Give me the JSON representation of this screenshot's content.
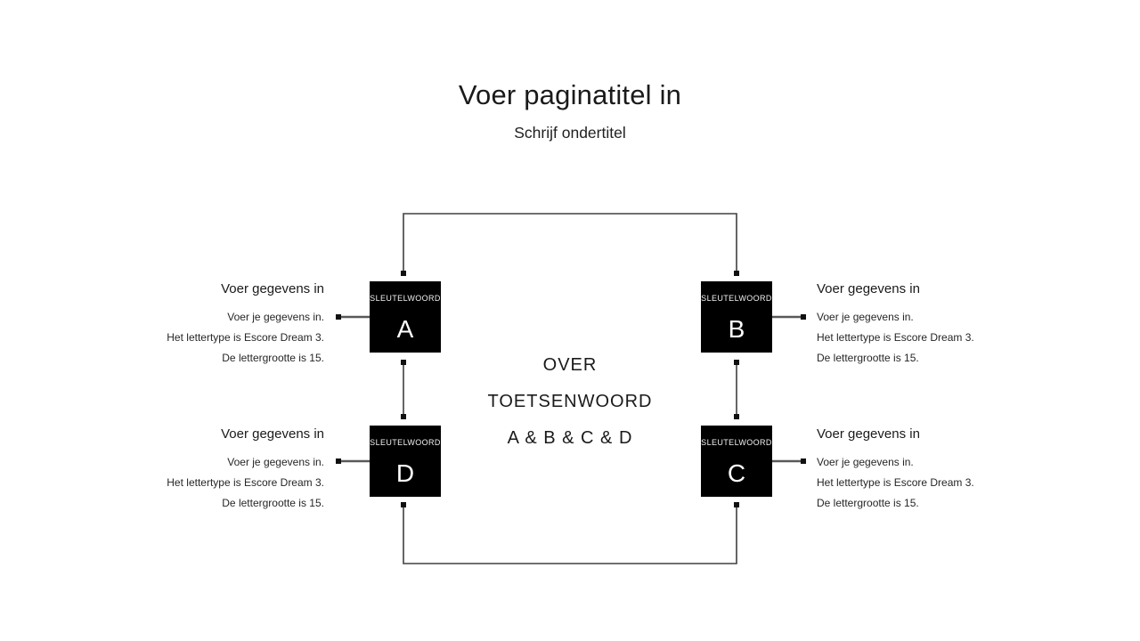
{
  "header": {
    "title": "Voer paginatitel in",
    "subtitle": "Schrijf ondertitel"
  },
  "boxes": [
    {
      "position": "top-left",
      "keyword": "SLEUTELWOORD",
      "letter": "A"
    },
    {
      "position": "top-right",
      "keyword": "SLEUTELWOORD",
      "letter": "B"
    },
    {
      "position": "bottom-right",
      "keyword": "SLEUTELWOORD",
      "letter": "C"
    },
    {
      "position": "bottom-left",
      "keyword": "SLEUTELWOORD",
      "letter": "D"
    }
  ],
  "center_text": [
    "OVER",
    "TOETSENWOORD",
    "A & B & C & D"
  ],
  "info_blocks": [
    {
      "position": "top-left",
      "heading": "Voer gegevens in",
      "lines": [
        "Voer je gegevens in.",
        "Het lettertype is Escore Dream 3.",
        "De lettergrootte is 15."
      ]
    },
    {
      "position": "top-right",
      "heading": "Voer gegevens in",
      "lines": [
        "Voer je gegevens in.",
        "Het lettertype is Escore Dream 3.",
        "De lettergrootte is 15."
      ]
    },
    {
      "position": "bottom-left",
      "heading": "Voer gegevens in",
      "lines": [
        "Voer je gegevens in.",
        "Het lettertype is Escore Dream 3.",
        "De lettergrootte is 15."
      ]
    },
    {
      "position": "bottom-right",
      "heading": "Voer gegevens in",
      "lines": [
        "Voer je gegevens in.",
        "Het lettertype is Escore Dream 3.",
        "De lettergrootte is 15."
      ]
    }
  ],
  "colors": {
    "background": "#ffffff",
    "box_background": "#000000",
    "box_text": "#ffffff",
    "connector_line": "#404040",
    "side_arrow_line": "#595959",
    "arrow_head": "#111111",
    "text": "#1c1c1c"
  }
}
